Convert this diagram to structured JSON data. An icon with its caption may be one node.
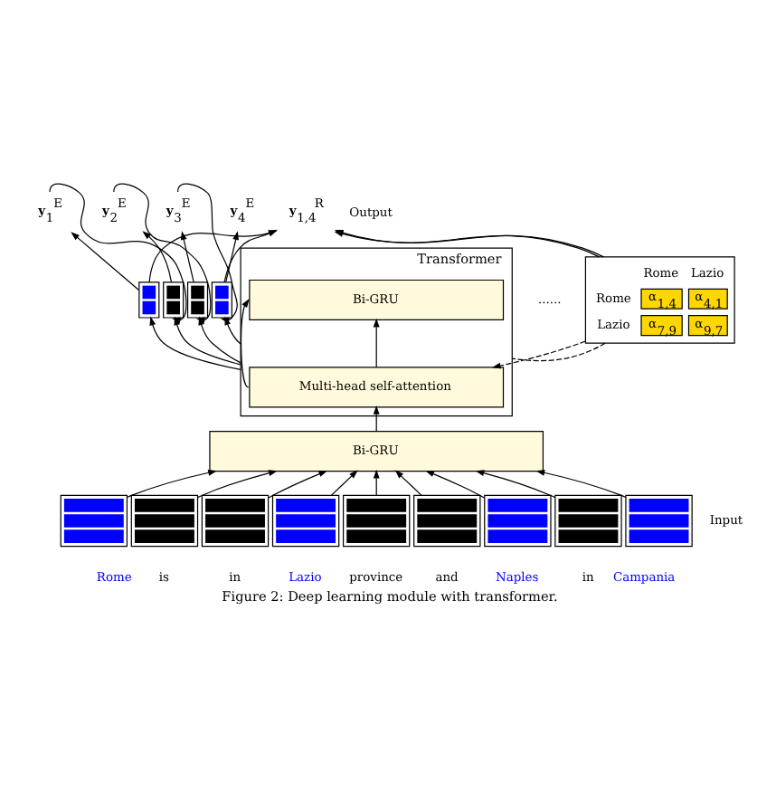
{
  "diagram": {
    "caption": "Figure 2: Deep learning module with transformer.",
    "nodes": [
      {
        "text": [
          "Transformer"
        ]
      },
      {
        "text": [
          "Bi-GRU"
        ],
        "in": 0
      },
      {
        "text": [
          "Multi-head self-attention"
        ],
        "in": 0
      },
      {
        "text": [
          "Bi-GRU"
        ]
      },
      {
        "text": [],
        "shape": "box",
        "beside": [
          "Rome"
        ]
      },
      {
        "text": [],
        "shape": "box",
        "beside": [
          "is"
        ]
      },
      {
        "text": [],
        "shape": "box",
        "beside": [
          "in"
        ]
      },
      {
        "text": [],
        "shape": "box",
        "beside": [
          "Lazio"
        ]
      },
      {
        "text": [],
        "shape": "box",
        "beside": [
          "province"
        ]
      },
      {
        "text": [],
        "shape": "box",
        "beside": [
          "and"
        ]
      },
      {
        "text": [],
        "shape": "box",
        "beside": [
          "Naples"
        ]
      },
      {
        "text": [],
        "shape": "box",
        "beside": [
          "in"
        ]
      },
      {
        "text": [],
        "shape": "box",
        "beside": [
          "Campania"
        ]
      },
      {
        "text": [],
        "shape": "box"
      },
      {
        "text": [],
        "shape": "box"
      },
      {
        "text": [],
        "shape": "box"
      },
      {
        "text": [],
        "shape": "box"
      },
      {
        "text": [
          "**y**$_{1}$$^{E}$"
        ]
      },
      {
        "text": [
          "**y**$_{2}$$^{E}$"
        ]
      },
      {
        "text": [
          "**y**$_{3}$$^{E}$"
        ]
      },
      {
        "text": [
          "**y**$_{4}$$^{E}$"
        ]
      },
      {
        "text": [
          "**y**$_{1,4}$$^{R}$"
        ]
      },
      {
        "text": [
          "Rome",
          "Lazio",
          "Rome",
          "Lazio",
          "α$_{1,4}$",
          "α$_{4,1}$",
          "α$_{7,9}$",
          "α$_{9,7}$"
        ]
      }
    ],
    "edges": [
      {
        "from": 4,
        "to": 3,
        "arrow": "to"
      },
      {
        "from": 5,
        "to": 3,
        "arrow": "to"
      },
      {
        "from": 6,
        "to": 3,
        "arrow": "to"
      },
      {
        "from": 7,
        "to": 3,
        "arrow": "to"
      },
      {
        "from": 8,
        "to": 3,
        "arrow": "to"
      },
      {
        "from": 9,
        "to": 3,
        "arrow": "to"
      },
      {
        "from": 10,
        "to": 3,
        "arrow": "to"
      },
      {
        "from": 11,
        "to": 3,
        "arrow": "to"
      },
      {
        "from": 12,
        "to": 3,
        "arrow": "to"
      },
      {
        "from": 3,
        "to": 2,
        "arrow": "to"
      },
      {
        "from": 2,
        "to": 1,
        "arrow": "to"
      },
      {
        "from": 2,
        "to": 1,
        "arrow": "to"
      },
      {
        "from": 0,
        "to": 13,
        "arrow": "to"
      },
      {
        "from": 0,
        "to": 14,
        "arrow": "to"
      },
      {
        "from": 0,
        "to": 15,
        "arrow": "to"
      },
      {
        "from": 0,
        "to": 16,
        "arrow": "to"
      },
      {
        "from": 13,
        "to": 17,
        "arrow": "to"
      },
      {
        "from": 14,
        "to": 18,
        "arrow": "to"
      },
      {
        "from": 15,
        "to": 19,
        "arrow": "to"
      },
      {
        "from": 16,
        "to": 20,
        "arrow": "to"
      },
      {
        "from": 17,
        "to": 14,
        "arrow": "to"
      },
      {
        "from": 18,
        "to": 15,
        "arrow": "to"
      },
      {
        "from": 19,
        "to": 16,
        "arrow": "to"
      },
      {
        "from": 13,
        "to": 21,
        "arrow": "to"
      },
      {
        "from": 16,
        "to": 21,
        "arrow": "to"
      },
      {
        "from": 22,
        "to": 21,
        "arrow": "to"
      },
      {
        "from": 22,
        "to": 21,
        "arrow": "to"
      },
      {
        "from": 22,
        "to": 2,
        "arrow": "to",
        "style": "dashed"
      },
      {
        "from": 22,
        "to": 0,
        "arrow": "none",
        "style": "dashed"
      }
    ],
    "labels": [
      "Output",
      "......",
      "Input"
    ]
  }
}
